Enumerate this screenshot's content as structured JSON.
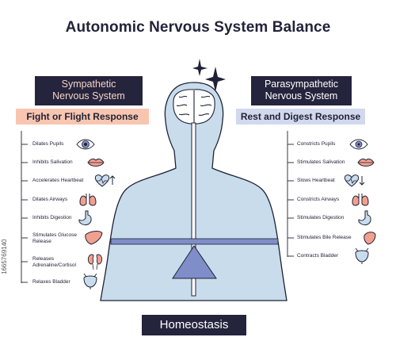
{
  "title": "Autonomic Nervous System Balance",
  "sympathetic": {
    "heading": [
      "Sympathetic",
      "Nervous System"
    ],
    "response": "Fight or Flight Response",
    "items": [
      {
        "label": [
          "Dilates Pupils"
        ],
        "icon": "eye-icon"
      },
      {
        "label": [
          "Inhibits Salivation"
        ],
        "icon": "lips-icon"
      },
      {
        "label": [
          "Accelerates Heartbeat"
        ],
        "icon": "heart-icon"
      },
      {
        "label": [
          "Dilates Airways"
        ],
        "icon": "lungs-icon"
      },
      {
        "label": [
          "Inhibits Digestion"
        ],
        "icon": "stomach-icon"
      },
      {
        "label": [
          "Stimulates Glucose",
          "Release"
        ],
        "icon": "liver-icon"
      },
      {
        "label": [
          "Releases",
          "Adrenaline/Cortisol"
        ],
        "icon": "kidneys-icon"
      },
      {
        "label": [
          "Relaxes Bladder"
        ],
        "icon": "bladder-icon"
      }
    ]
  },
  "parasympathetic": {
    "heading": [
      "Parasympathetic",
      "Nervous System"
    ],
    "response": "Rest and Digest Response",
    "items": [
      {
        "label": [
          "Constricts Pupils"
        ],
        "icon": "eye-icon"
      },
      {
        "label": [
          "Stimulates Salivation"
        ],
        "icon": "lips-icon"
      },
      {
        "label": [
          "Slows Heartbeat"
        ],
        "icon": "heart-icon"
      },
      {
        "label": [
          "Constricts Airways"
        ],
        "icon": "lungs-icon"
      },
      {
        "label": [
          "Stimulates Digestion"
        ],
        "icon": "stomach-icon"
      },
      {
        "label": [
          "Stimulates Bile Release"
        ],
        "icon": "liver-icon"
      },
      {
        "label": [
          "Contracts Bladder"
        ],
        "icon": "bladder-icon"
      }
    ]
  },
  "footer": "Homeostasis",
  "stock_id": "1665769140",
  "colors": {
    "dark": "#25243d",
    "peach": "#f8c6b0",
    "lavender": "#d2d9ee",
    "body": "#c8dcec",
    "balance": "#7f8dc8",
    "organ": "#f1a08e"
  }
}
